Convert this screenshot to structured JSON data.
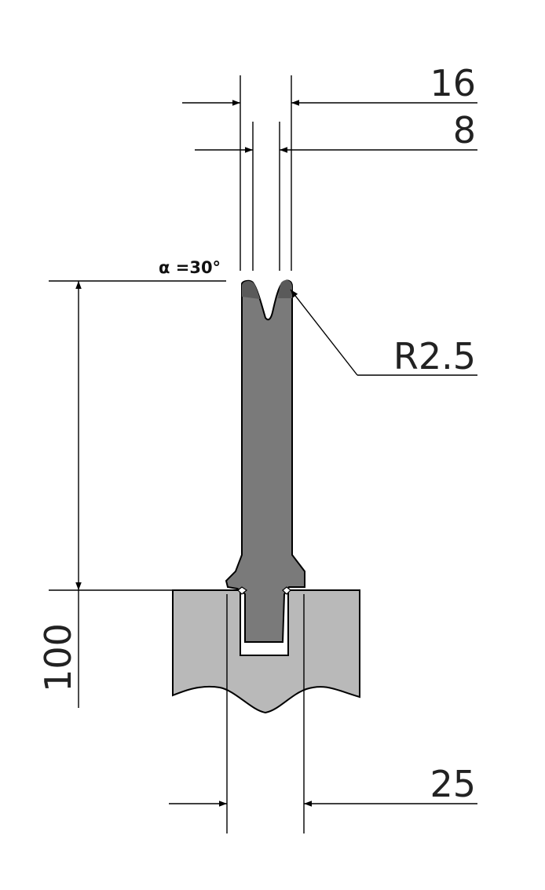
{
  "dimensions": {
    "width_top": "16",
    "v_opening": "8",
    "angle": "α =30°",
    "radius": "R2.5",
    "height": "100",
    "tang_width": "25"
  },
  "colors": {
    "punch_body": "#7a7a7a",
    "punch_tip": "#5a5a5a",
    "holder": "#b9b9b9",
    "slot": "#ffffff",
    "lines": "#000000"
  }
}
